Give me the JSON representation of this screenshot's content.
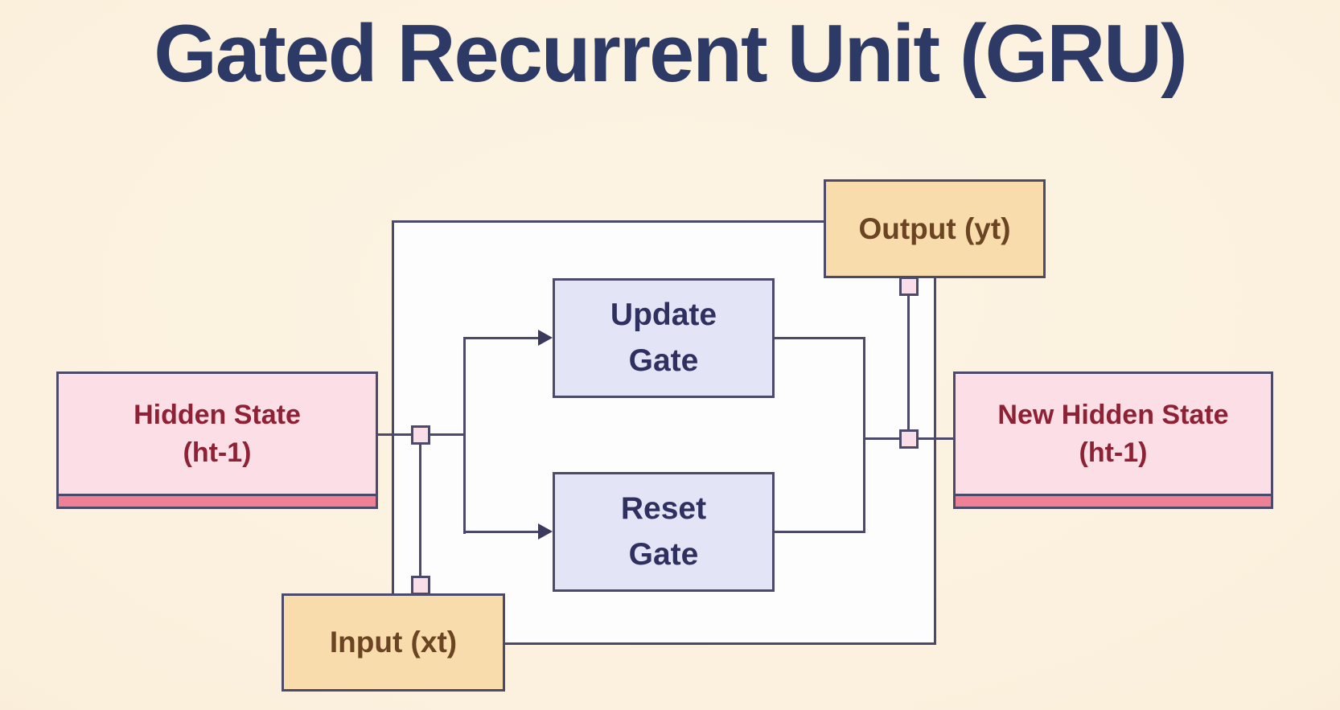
{
  "title": "Gated Recurrent Unit (GRU)",
  "diagram_type": "flow-diagram",
  "nodes": {
    "hidden_state": {
      "label": "Hidden State",
      "sublabel": "(ht-1)",
      "fill": "#fbdee6",
      "accent": "#ee8196",
      "text_color": "#8e2134"
    },
    "update_gate": {
      "label": "Update",
      "sublabel": "Gate",
      "fill": "#e4e4f7",
      "text_color": "#2f3060"
    },
    "reset_gate": {
      "label": "Reset",
      "sublabel": "Gate",
      "fill": "#e4e4f7",
      "text_color": "#2f3060"
    },
    "output": {
      "label": "Output (yt)",
      "fill": "#f8dcab",
      "text_color": "#6b4424"
    },
    "input": {
      "label": "Input (xt)",
      "fill": "#f8dcab",
      "text_color": "#6b4424"
    },
    "new_hidden_state": {
      "label": "New Hidden State",
      "sublabel": "(ht-1)",
      "fill": "#fbdee6",
      "accent": "#ee8196",
      "text_color": "#8e2134"
    }
  },
  "edges": [
    {
      "from": "hidden_state",
      "to": "update_gate",
      "arrow": true
    },
    {
      "from": "hidden_state",
      "to": "reset_gate",
      "arrow": true
    },
    {
      "from": "update_gate",
      "to": "new_hidden_state",
      "arrow": false
    },
    {
      "from": "reset_gate",
      "to": "new_hidden_state",
      "arrow": false
    },
    {
      "from": "input",
      "to": "hidden_state_bus",
      "arrow": false,
      "via": "connector-squares"
    },
    {
      "from": "output",
      "to": "new_hidden_state_bus",
      "arrow": false,
      "via": "connector-squares"
    },
    {
      "from": "input",
      "to": "output",
      "arrow": false,
      "note": "outer loop (left-top side)"
    },
    {
      "from": "input",
      "to": "output",
      "arrow": false,
      "note": "outer loop (bottom-right side)"
    }
  ],
  "colors": {
    "background": "#fbf0dc",
    "inner_region": "#fdfdfe",
    "line": "#4c4a6b",
    "title_text": "#2d3a66",
    "connector_square_fill": "#f9dee8"
  }
}
